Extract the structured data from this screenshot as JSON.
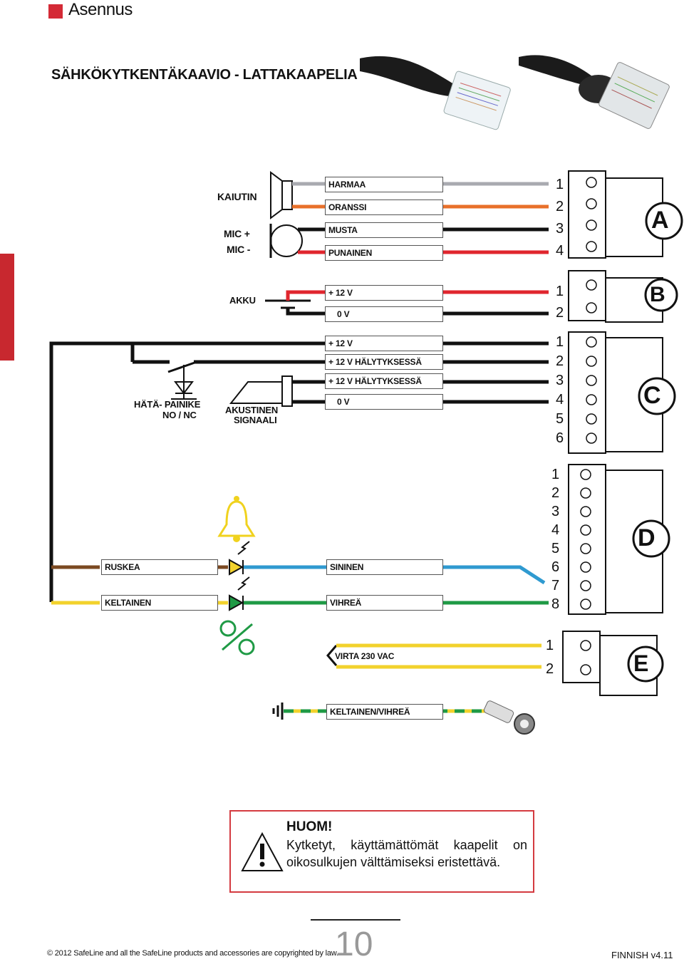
{
  "header": {
    "section": "Asennus"
  },
  "title": "SÄHKÖKYTKENTÄKAAVIO - LATTAKAAPELIA",
  "devices": {
    "speaker": "KAIUTIN",
    "mic_plus": "MIC +",
    "mic_minus": "MIC -",
    "battery": "AKKU",
    "emergency_button_l1": "HÄTÄ- PAINIKE",
    "emergency_button_l2": "NO / NC",
    "acoustic_signal_l1": "AKUSTINEN",
    "acoustic_signal_l2": "SIGNAALI"
  },
  "wires": {
    "grey": "HARMAA",
    "orange": "ORANSSI",
    "black": "MUSTA",
    "red": "PUNAINEN",
    "b_plus": "+ 12 V",
    "b_zero": "0 V",
    "c_plus": "+ 12 V",
    "c_alarm1": "+ 12 V HÄLYTYKSESSÄ",
    "c_alarm2": "+ 12 V HÄLYTYKSESSÄ",
    "c_zero": "0 V",
    "brown": "RUSKEA",
    "yellow": "KELTAINEN",
    "blue": "SININEN",
    "green": "VIHREÄ",
    "power": "VIRTA 230 VAC",
    "earth": "KELTAINEN/VIHREÄ"
  },
  "terminals": {
    "A": {
      "label": "A",
      "pins": [
        "1",
        "2",
        "3",
        "4"
      ]
    },
    "B": {
      "label": "B",
      "pins": [
        "1",
        "2"
      ]
    },
    "C": {
      "label": "C",
      "pins": [
        "1",
        "2",
        "3",
        "4",
        "5",
        "6"
      ]
    },
    "D": {
      "label": "D",
      "pins": [
        "1",
        "2",
        "3",
        "4",
        "5",
        "6",
        "7",
        "8"
      ]
    },
    "E": {
      "label": "E",
      "pins": [
        "1",
        "2"
      ]
    }
  },
  "notice": {
    "title": "HUOM!",
    "text": "Kytketyt, käyttämättömät kaapelit on oikosulkujen välttämiseksi eristettävä."
  },
  "footer": {
    "copyright": "© 2012 SafeLine and all the SafeLine products and accessories are copyrighted by law.",
    "page": "10",
    "version": "FINNISH v4.11"
  },
  "colors": {
    "accent": "#d42a36",
    "grey_wire": "#a9aab0",
    "orange_wire": "#e8702a",
    "red_wire": "#e0262e",
    "brown_wire": "#7b4a22",
    "yellow_wire": "#f2d22c",
    "blue_wire": "#2f9ad0",
    "green_wire": "#1f9a45"
  }
}
